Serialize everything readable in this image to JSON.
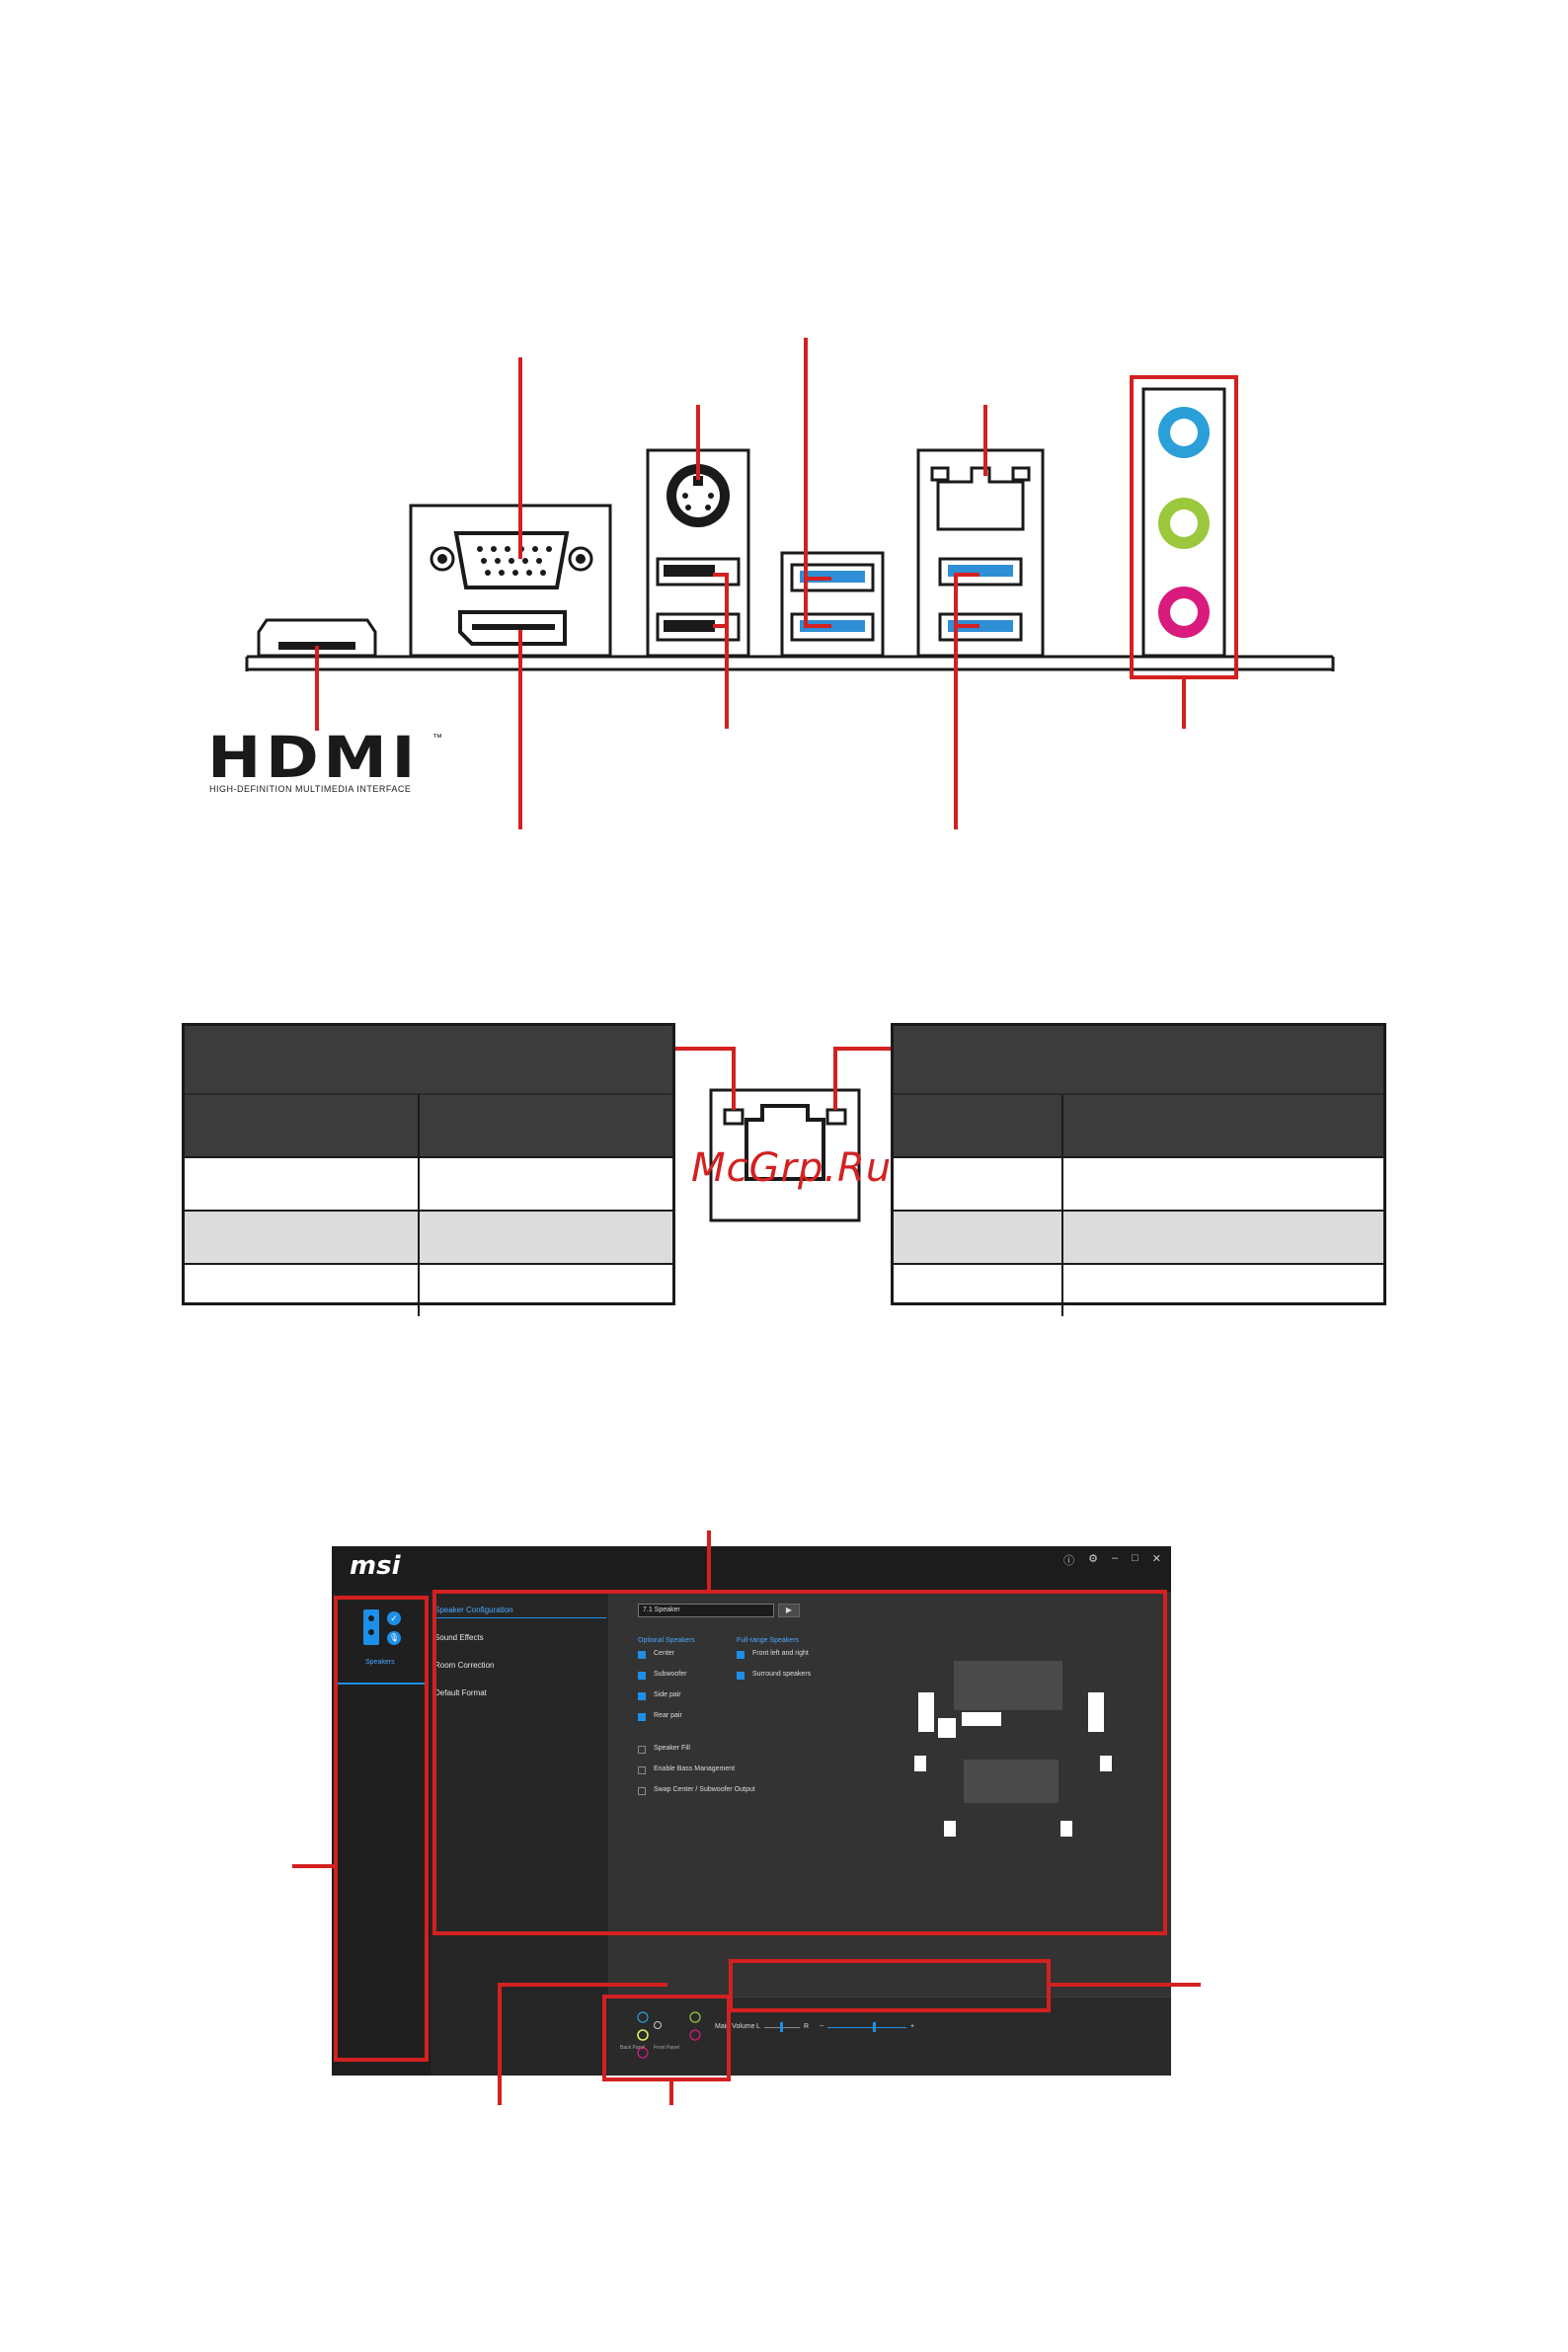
{
  "hdmi_logo": {
    "wordmark": "HDMI",
    "trademark": "™",
    "tagline": "HIGH-DEFINITION MULTIMEDIA INTERFACE"
  },
  "watermark": "McGrp.Ru",
  "colors": {
    "callout_red": "#d42020",
    "table_header": "#3c3c3c",
    "audio_blue": "#2a9fd8",
    "audio_green": "#9bc83c",
    "audio_pink": "#d81b7d",
    "usb_blue": "#2f8fd6",
    "app_accent": "#1e8fe8"
  },
  "app": {
    "logo": "msi",
    "window_controls": [
      "ⓘ",
      "⚙",
      "–",
      "□",
      "✕"
    ],
    "left_tab": {
      "label": "Speakers"
    },
    "nav": [
      {
        "label": "Speaker Configuration",
        "active": true
      },
      {
        "label": "Sound Effects",
        "active": false
      },
      {
        "label": "Room Correction",
        "active": false
      },
      {
        "label": "Default Format",
        "active": false
      }
    ],
    "speaker_select": {
      "value": "7.1 Speaker",
      "button": "▶"
    },
    "optional_speakers": {
      "heading": "Optional Speakers",
      "items": [
        {
          "label": "Center",
          "checked": true
        },
        {
          "label": "Subwoofer",
          "checked": true
        },
        {
          "label": "Side pair",
          "checked": true
        },
        {
          "label": "Rear pair",
          "checked": true
        }
      ]
    },
    "full_range_speakers": {
      "heading": "Full-range Speakers",
      "items": [
        {
          "label": "Front left and right",
          "checked": true
        },
        {
          "label": "Surround speakers",
          "checked": true
        }
      ]
    },
    "extra_options": [
      {
        "label": "Speaker Fill",
        "checked": false
      },
      {
        "label": "Enable Bass Management",
        "checked": false
      },
      {
        "label": "Swap Center / Subwoofer Output",
        "checked": false
      }
    ],
    "main_volume": {
      "label": "Main Volume",
      "left": "L",
      "right": "R",
      "minus": "−",
      "plus": "+",
      "balance": 0.5,
      "level": 0.6
    },
    "jack_panels": {
      "back": "Back Panel",
      "front": "Front Panel"
    }
  }
}
